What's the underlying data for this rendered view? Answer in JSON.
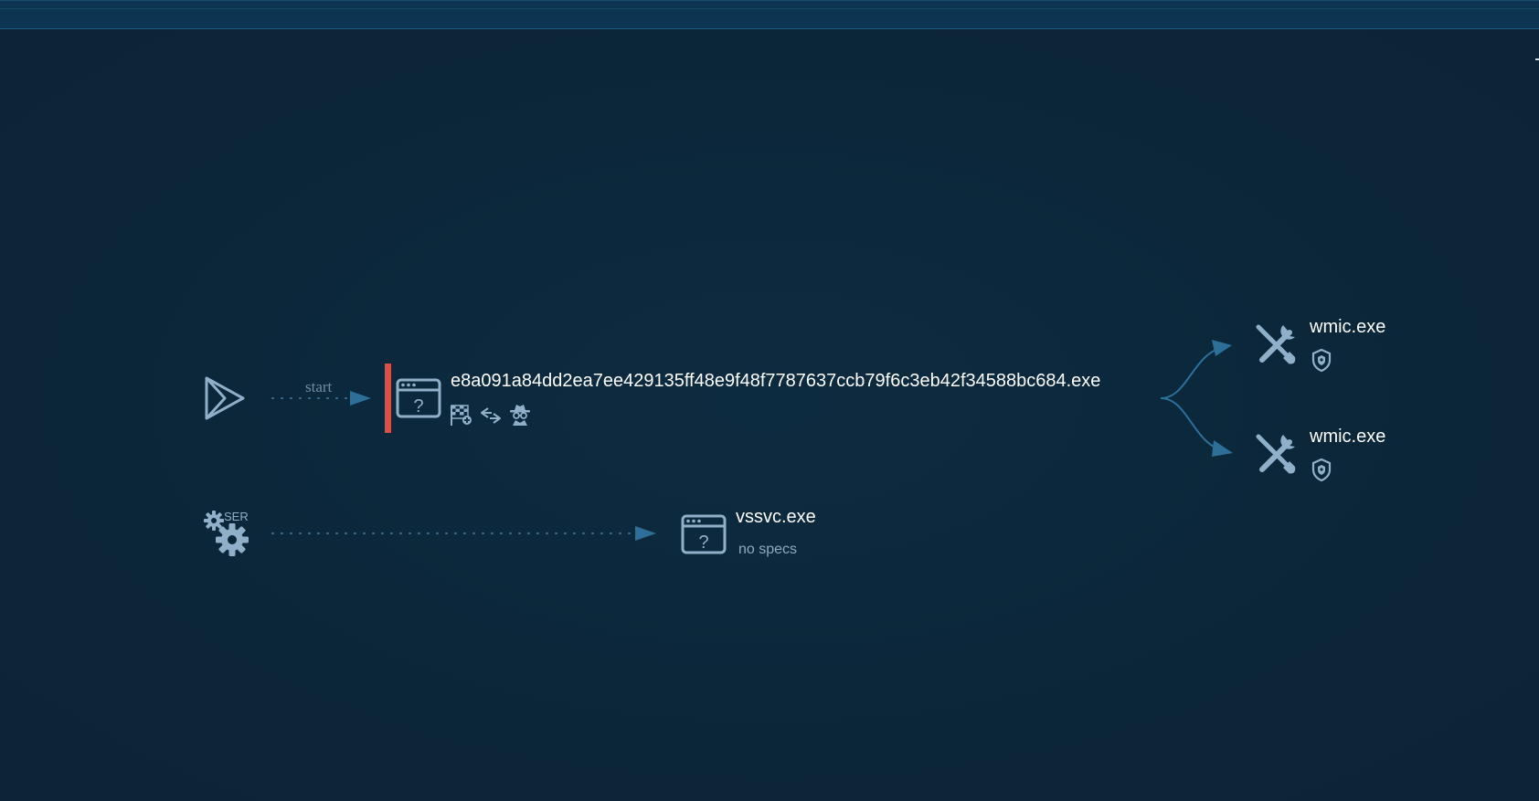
{
  "start_node": {
    "icon": "play-outline-icon",
    "edge_label": "start"
  },
  "main_process": {
    "name": "e8a091a84dd2ea7ee429135ff48e9f48f7787637ccb79f6c3eb42f34588bc684.exe",
    "icon": "unknown-window-icon",
    "severity_color": "#d9504a",
    "badges": [
      "checkered-flag-icon",
      "swap-arrows-icon",
      "spy-icon"
    ]
  },
  "children": [
    {
      "name": "wmic.exe",
      "icon": "tools-icon",
      "badge": "shield-icon"
    },
    {
      "name": "wmic.exe",
      "icon": "tools-icon",
      "badge": "shield-icon"
    }
  ],
  "service_node": {
    "icon": "gears-icon",
    "label": "SER"
  },
  "service_process": {
    "name": "vssvc.exe",
    "icon": "unknown-window-icon",
    "specs": "no specs"
  },
  "colors": {
    "background": "#0c2639",
    "edge": "#2e6f9a",
    "icon": "#8fb0c8",
    "text": "#ffffff"
  }
}
